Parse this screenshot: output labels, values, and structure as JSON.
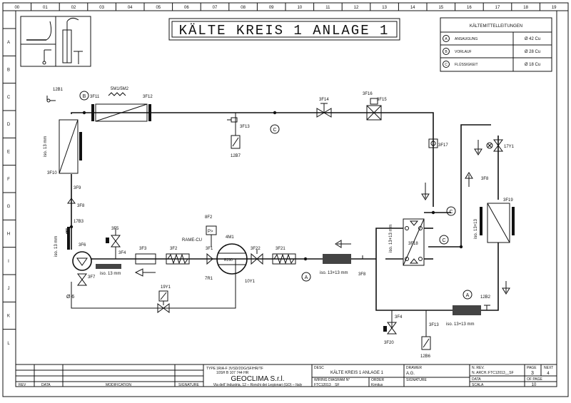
{
  "sheet": {
    "title": "KÄLTE KREIS 1 ANLAGE 1",
    "columns": [
      "00",
      "01",
      "02",
      "03",
      "04",
      "05",
      "06",
      "07",
      "08",
      "09",
      "10",
      "11",
      "12",
      "13",
      "14",
      "15",
      "16",
      "17",
      "18",
      "19"
    ],
    "rows": [
      "A",
      "B",
      "C",
      "D",
      "E",
      "F",
      "G",
      "H",
      "I",
      "J",
      "K",
      "L"
    ]
  },
  "legend": {
    "header": "KÄLTEMITTELLEITUNGEN",
    "rows": [
      {
        "mark": "A",
        "label": "ANSAUGUNG",
        "size": "Ø 42 Cu"
      },
      {
        "mark": "B",
        "label": "VORLAUF",
        "size": "Ø 28 Cu"
      },
      {
        "mark": "C",
        "label": "FLÜSSIGKEIT",
        "size": "Ø 18 Cu"
      }
    ]
  },
  "tags": {
    "t12B1": "12B1",
    "t3F11": "3F11",
    "t5M1": "5M1/5M2",
    "t3F12": "3F12",
    "t3F13a": "3F13",
    "t12B7": "12B7",
    "t3F14": "3F14",
    "t3F16": "3F16",
    "t3F15": "3F15",
    "t3F17": "3F17",
    "t3F10": "3F10",
    "t3F9": "3F9",
    "t3F8a": "3F8",
    "t17B3": "17B3",
    "t3F5": "3F5",
    "t3F4a": "3F4",
    "t3F3": "3F3",
    "t3F2": "3F2",
    "t8F2": "8F2",
    "tP": "P>",
    "tRAME": "RAME-CU",
    "t4M1": "4M1",
    "t3F1": "3F1",
    "tR290": "R290",
    "t3F22": "3F22",
    "t3F21": "3F21",
    "t7R1": "7R1",
    "t10Y1": "10Y1",
    "t3F6": "3F6",
    "t3F7": "3F7",
    "tphi6": "Ø 6",
    "t19Y1": "19Y1",
    "t3F8b": "3F8",
    "t3F18": "3F18",
    "t3F19": "3F19",
    "t17Y1": "17Y1",
    "t3F8c": "3F8",
    "t12B2": "12B2",
    "t3F4b": "3F4",
    "t3F20": "3F20",
    "t3F13b": "3F13",
    "t12B6": "12B6",
    "iso13a": "iso. 13 mm",
    "iso13b": "iso. 13 mm",
    "iso13c": "iso. 13 mm",
    "iso1313a": "iso. 13+13 mm",
    "iso1313b": "iso. 13+13 mm",
    "iso1313c": "iso. 13+13 mm",
    "iso1313d": "iso. 13+13"
  },
  "title_block": {
    "type_label": "TYPE",
    "type_value_1": "1RIA-F 3VSD/2DG/SF/HR/TF",
    "type_value_2": "10SH B 107 744 HR",
    "company": "GEOCLIMA S.r.l.",
    "address": "Via dell' Industria, 12 – Ronchi dei Legionari (GO) – Italy",
    "desc_label": "DESC",
    "desc_value": "KÄLTE KREIS 1 ANLAGE 1",
    "wiring_label": "WIRING DIAGRAM N°",
    "wiring_value": "FTC12013__SF",
    "order_label": "ORDER",
    "order_value": "Kimitus",
    "drawer_label": "DRAWER",
    "drawer_value": "A.G.",
    "sign_label": "SIGNATURE",
    "nrev_label": "N. REV.",
    "arch_label": "N. ARCH.:FTC12013__SF",
    "data_label": "DATA",
    "scala_label": "SCALA",
    "page_label": "PAGE",
    "page_value": "3",
    "next_label": "NEXT",
    "next_value": "4",
    "of_label": "OF PAGE",
    "of_value": "10",
    "rev_label": "REV",
    "date_label": "DATA",
    "modif_label": "MODIFICATION",
    "signature_label": "SIGNATURE"
  }
}
